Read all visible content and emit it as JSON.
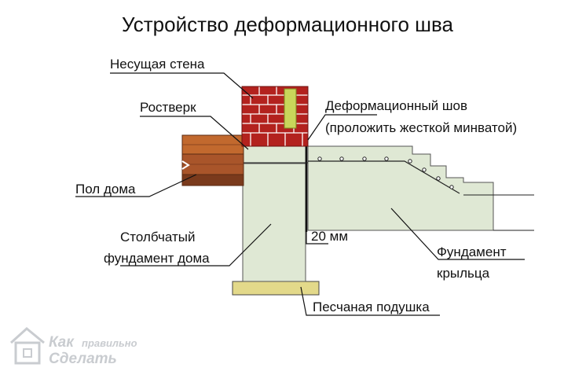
{
  "title": "Устройство деформационного шва",
  "labels": {
    "load_wall": "Несущая стена",
    "grillage": "Ростверк",
    "joint_line1": "Деформационный шов",
    "joint_line2": "(проложить жесткой минватой)",
    "house_floor": "Пол дома",
    "column_foundation_line1": "Столбчатый",
    "column_foundation_line2": "фундамент дома",
    "gap": "20 мм",
    "porch_foundation_line1": "Фундамент",
    "porch_foundation_line2": "крыльца",
    "sand_cushion": "Песчаная подушка"
  },
  "watermark": {
    "word1": "Как",
    "word2": "правильно",
    "word3": "Сделать"
  },
  "colors": {
    "concrete": "#dfe8d4",
    "brick": "#b3221e",
    "brick_dark": "#7c1412",
    "insulation": "#c9d65a",
    "wood": "#c2692e",
    "wood_dark": "#7a3a1c",
    "sand": "#e3d98a",
    "line": "#222222"
  }
}
